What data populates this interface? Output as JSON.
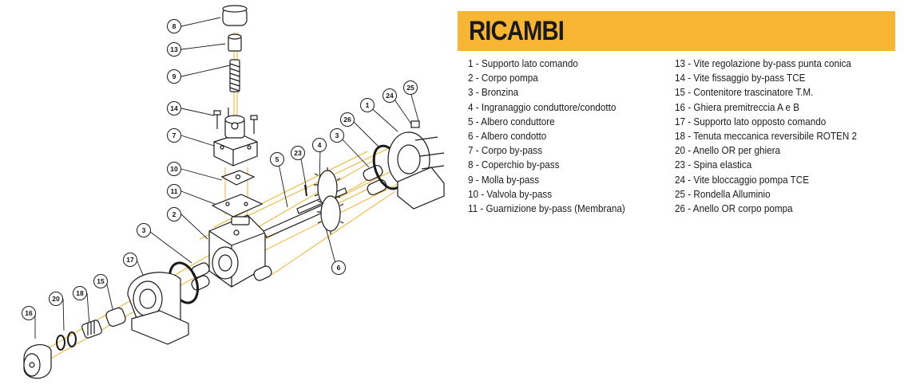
{
  "title": "RICAMBI",
  "colors": {
    "banner": "#f7b531",
    "leader_lines": "#f0b229",
    "outline": "#1a1a1a",
    "fill": "#ffffff"
  },
  "legend": {
    "left": [
      "1 - Supporto lato comando",
      "2 - Corpo pompa",
      "3 - Bronzina",
      "4 - Ingranaggio conduttore/condotto",
      "5 - Albero conduttore",
      "6 - Albero condotto",
      "7 - Corpo by-pass",
      "8 - Coperchio by-pass",
      "9 - Molla by-pass",
      "10 - Valvola by-pass",
      "11 - Guarnizione by-pass (Membrana)"
    ],
    "right": [
      "13 - Vite regolazione by-pass punta conica",
      "14 - Vite fissaggio by-pass TCE",
      "15 - Contenitore trascinatore T.M.",
      "16 - Ghiera premitreccia A e B",
      "17 - Supporto lato opposto comando",
      "18 - Tenuta meccanica reversibile ROTEN 2",
      "20 - Anello OR per ghiera",
      "23 - Spina elastica",
      "24 - Vite bloccaggio pompa TCE",
      "25 - Rondella Alluminio",
      "26 - Anello OR corpo pompa"
    ]
  },
  "callouts": [
    "8",
    "13",
    "9",
    "14",
    "7",
    "10",
    "11",
    "2",
    "3",
    "17",
    "15",
    "18",
    "20",
    "16",
    "5",
    "23",
    "4",
    "3",
    "26",
    "1",
    "24",
    "25",
    "6"
  ]
}
